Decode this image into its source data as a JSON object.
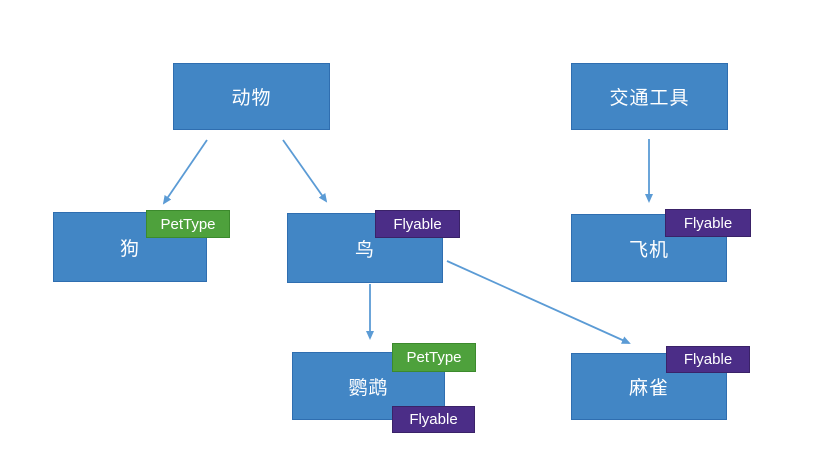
{
  "colors": {
    "canvas-bg": "#ffffff",
    "box-fill": "#4286c5",
    "box-border": "#2f6eb0",
    "badge-green": "#4ea13c",
    "badge-green-border": "#3c8a2d",
    "badge-purple": "#4b2d87",
    "badge-purple-border": "#3a2268",
    "arrow": "#5b9bd5",
    "text": "#ffffff"
  },
  "nodes": {
    "animal": {
      "label": "动物"
    },
    "vehicle": {
      "label": "交通工具"
    },
    "dog": {
      "label": "狗"
    },
    "bird": {
      "label": "鸟"
    },
    "plane": {
      "label": "飞机"
    },
    "parrot": {
      "label": "鹦鹉"
    },
    "sparrow": {
      "label": "麻雀"
    }
  },
  "badge_labels": {
    "pettype": "PetType",
    "flyable": "Flyable"
  },
  "node_badges": {
    "dog": [
      "PetType"
    ],
    "bird": [
      "Flyable"
    ],
    "plane": [
      "Flyable"
    ],
    "parrot": [
      "PetType",
      "Flyable"
    ],
    "sparrow": [
      "Flyable"
    ]
  },
  "edges": [
    {
      "from": "动物",
      "to": "狗"
    },
    {
      "from": "动物",
      "to": "鸟"
    },
    {
      "from": "交通工具",
      "to": "飞机"
    },
    {
      "from": "鸟",
      "to": "鹦鹉"
    },
    {
      "from": "鸟",
      "to": "麻雀"
    }
  ]
}
